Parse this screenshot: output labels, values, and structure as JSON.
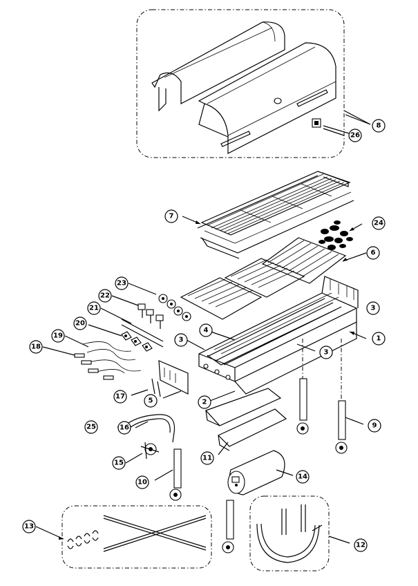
{
  "callouts": {
    "c1": "1",
    "c2": "2",
    "c3a": "3",
    "c3b": "3",
    "c3c": "3",
    "c4": "4",
    "c5": "5",
    "c6": "6",
    "c7": "7",
    "c8": "8",
    "c9": "9",
    "c10": "10",
    "c11": "11",
    "c12": "12",
    "c13": "13",
    "c14": "14",
    "c15": "15",
    "c16": "16",
    "c17": "17",
    "c18": "18",
    "c19": "19",
    "c20": "20",
    "c21": "21",
    "c22": "22",
    "c23": "23",
    "c24": "24",
    "c25": "25",
    "c26": "26"
  }
}
